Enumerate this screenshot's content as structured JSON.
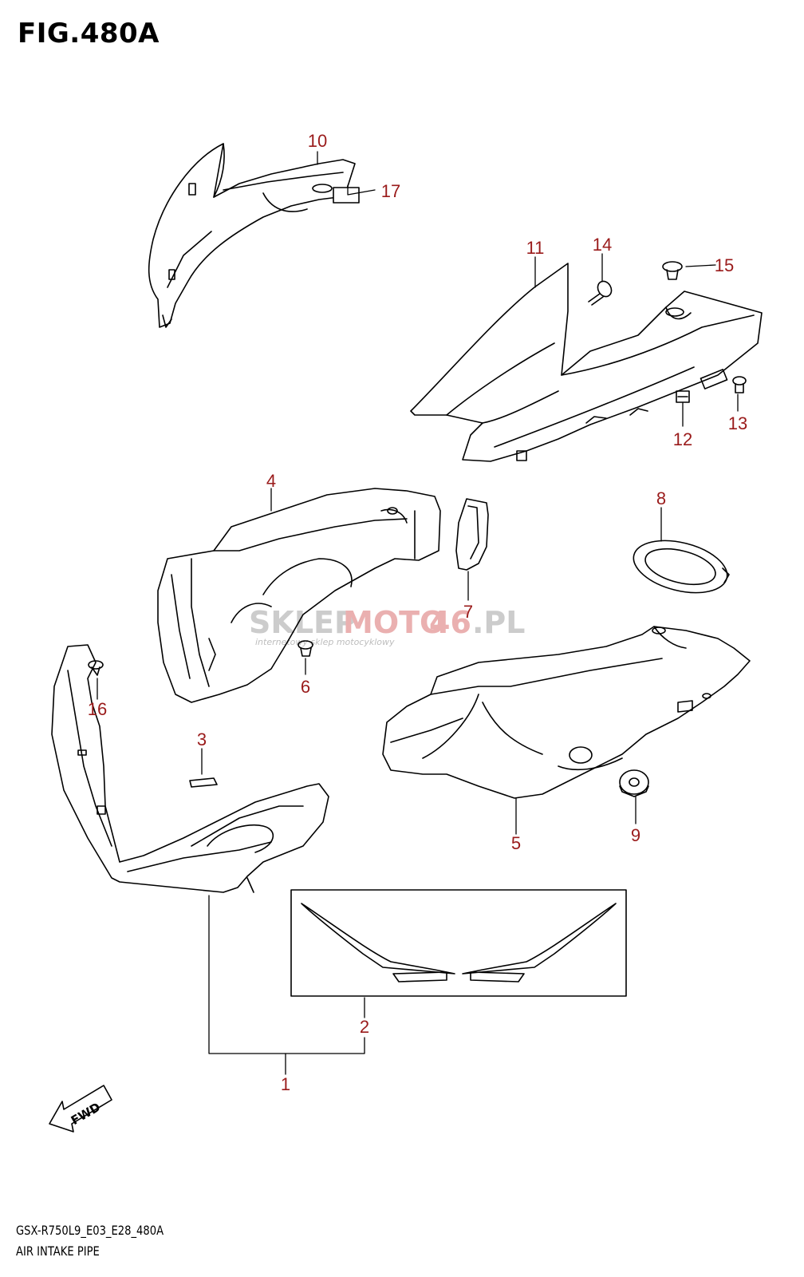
{
  "figure": {
    "title": "FIG.480A",
    "code": "GSX-R750L9_E03_E28_480A",
    "name": "AIR INTAKE PIPE",
    "callout_color": "#9a1b1b"
  },
  "watermark": {
    "part1": "SKLEP",
    "part2": "MOTO",
    "part3": "46",
    "part4": ".PL",
    "tagline": "internetowy sklep motocyklowy",
    "color_gray": "#c8c8c8",
    "color_red": "#e8a4a4"
  },
  "fwd_label": "FWD",
  "callouts": [
    "1",
    "2",
    "3",
    "4",
    "5",
    "6",
    "7",
    "8",
    "9",
    "10",
    "11",
    "12",
    "13",
    "14",
    "15",
    "16",
    "17"
  ]
}
